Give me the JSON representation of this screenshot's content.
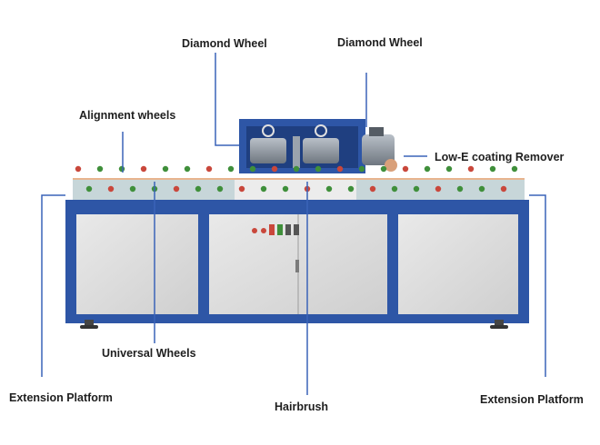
{
  "labels": {
    "diamond_wheel_left": "Diamond Wheel",
    "diamond_wheel_right": "Diamond Wheel",
    "alignment_wheels": "Alignment wheels",
    "low_e_remover": "Low-E coating Remover",
    "universal_wheels": "Universal Wheels",
    "extension_platform_left": "Extension Platform",
    "hairbrush": "Hairbrush",
    "extension_platform_right": "Extension Platform"
  },
  "colors": {
    "frame_blue": "#2e56a6",
    "panel_grey": "#dcdcdc",
    "callout_line": "#3a63b8",
    "wheel_green": "#3f8f3a",
    "wheel_red": "#c9473b",
    "roller_beige": "#e8b48e"
  }
}
